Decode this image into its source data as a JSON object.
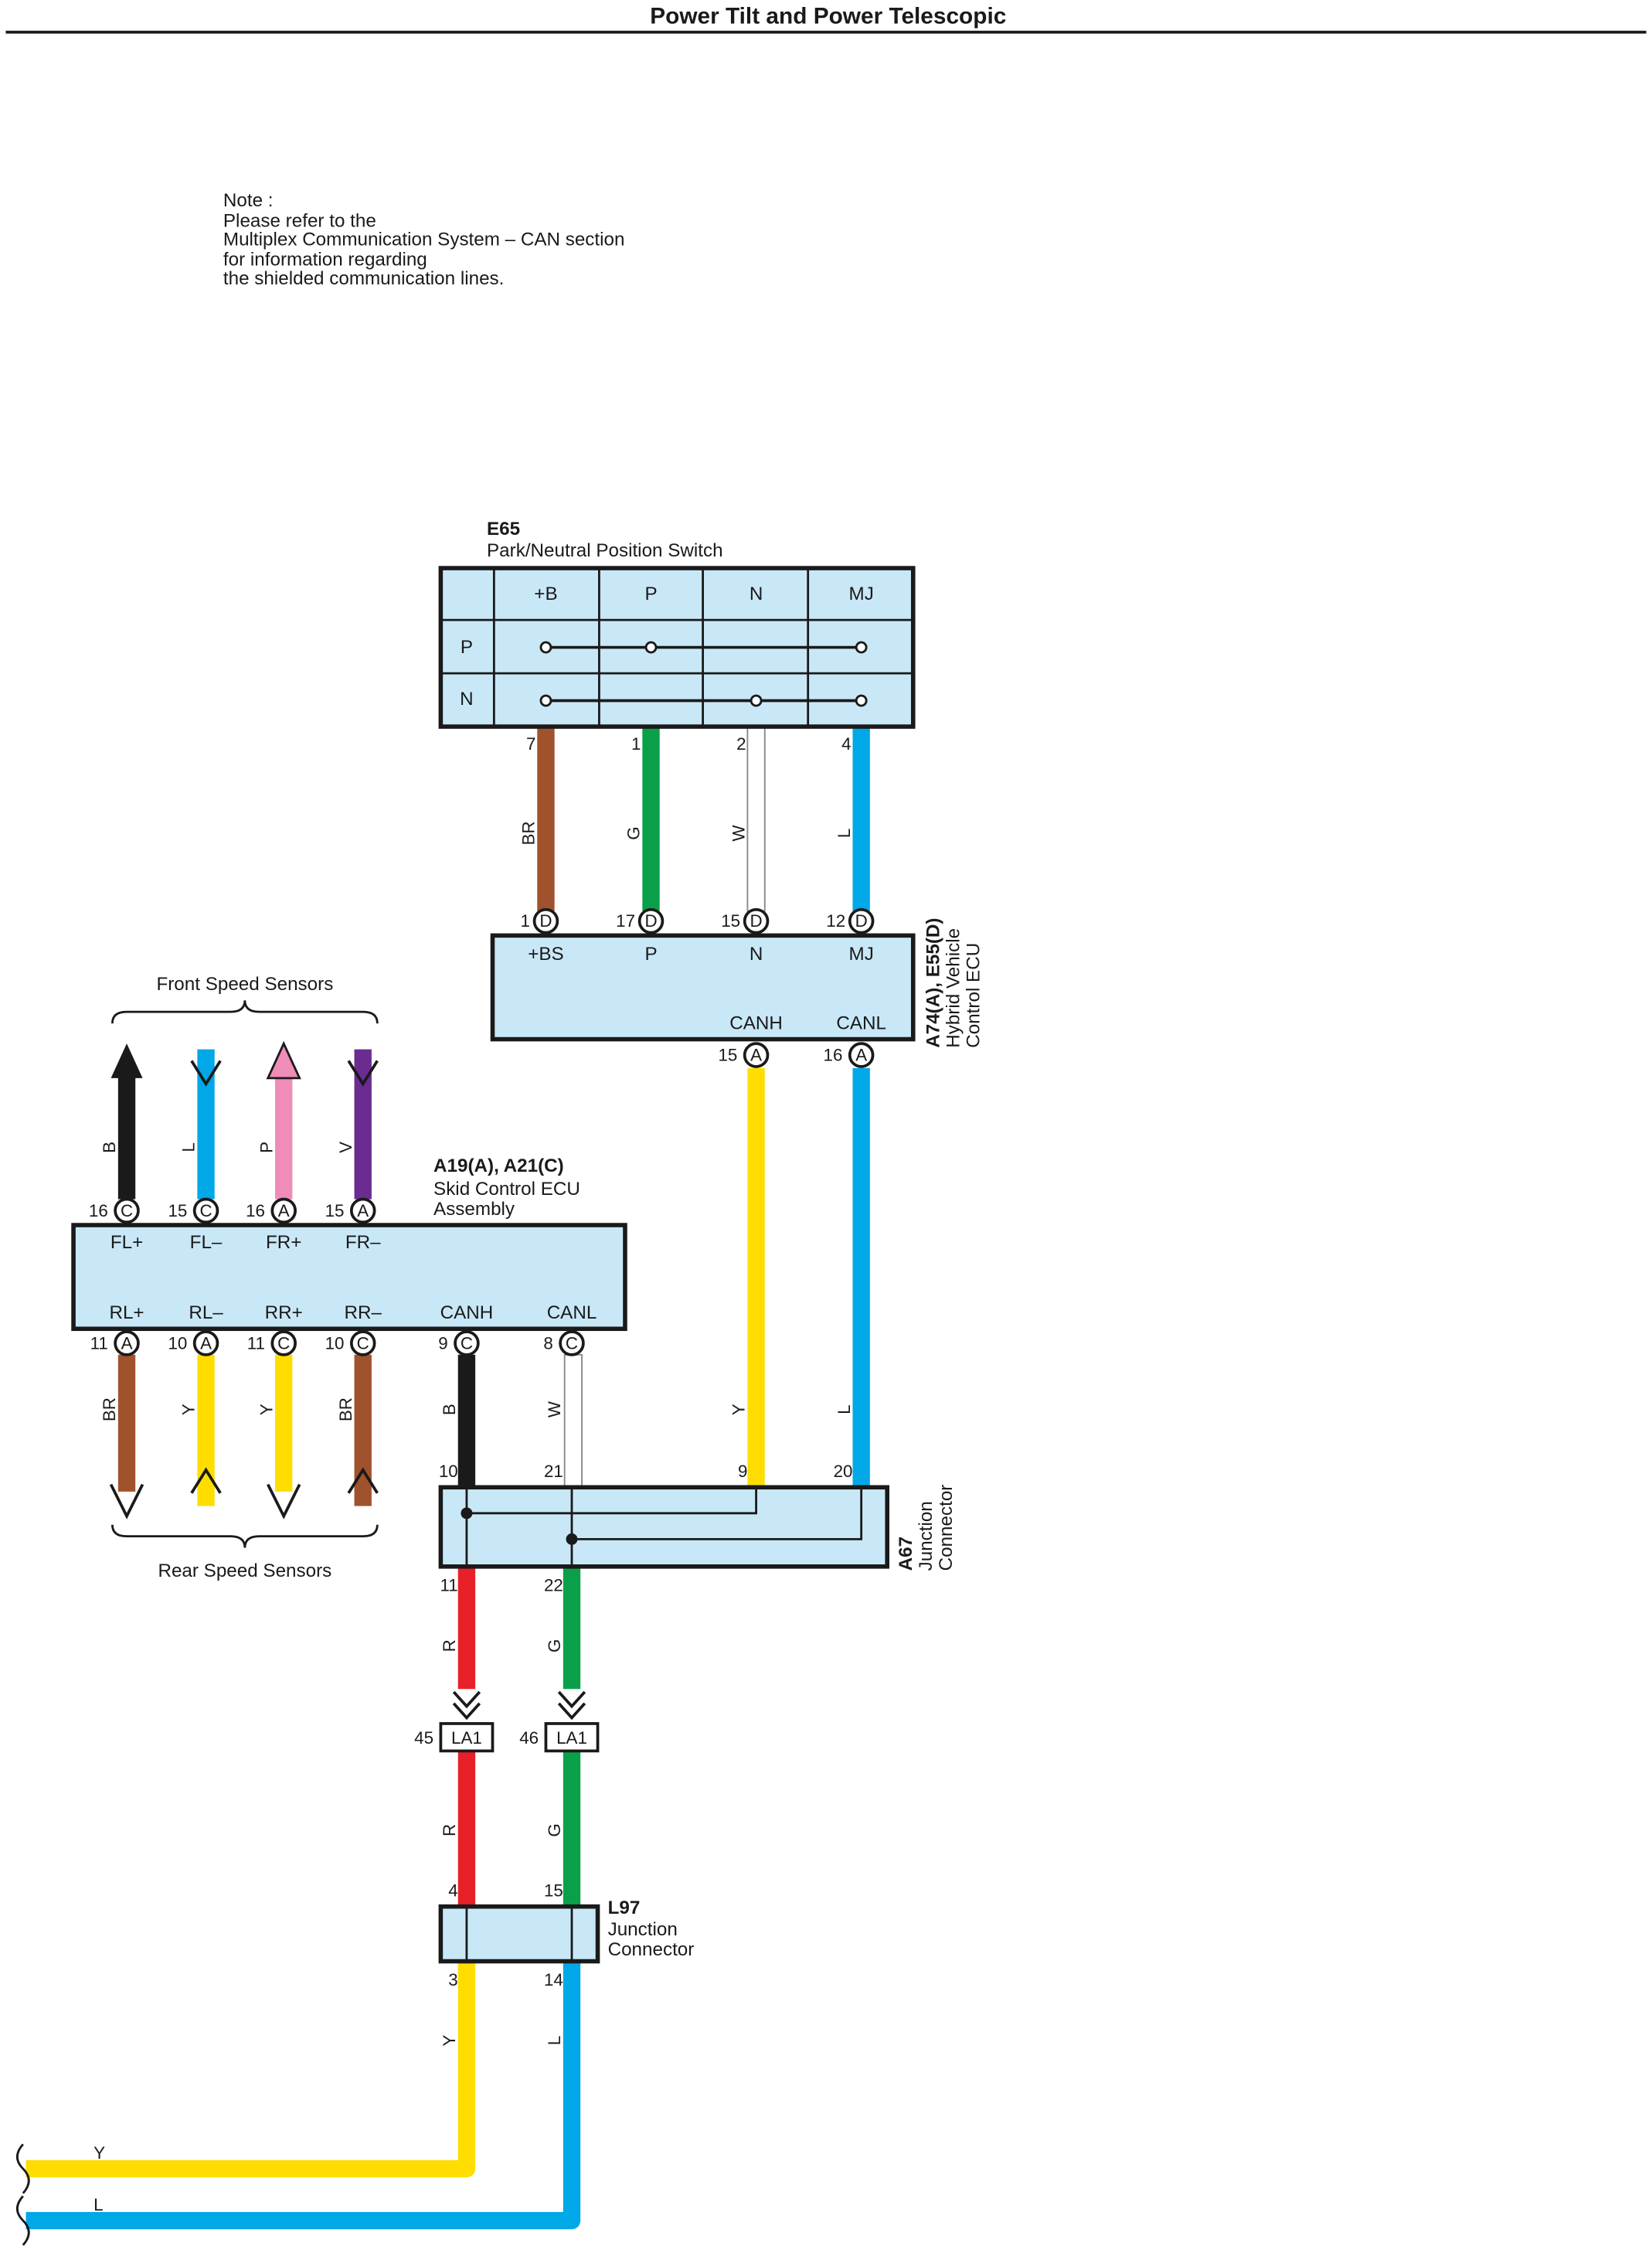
{
  "title": "Power Tilt and Power Telescopic",
  "note": [
    "Note :",
    "Please refer to the",
    "Multiplex Communication System – CAN section",
    "for information regarding",
    "the shielded communication lines."
  ],
  "e65": {
    "code": "E65",
    "name": "Park/Neutral Position Switch",
    "columns": [
      "+B",
      "P",
      "N",
      "MJ"
    ],
    "rows": [
      "P",
      "N"
    ],
    "pins": [
      "7",
      "1",
      "2",
      "4"
    ],
    "wires": [
      "BR",
      "G",
      "W",
      "L"
    ]
  },
  "hv_ecu": {
    "code": "A74(A), E55(D)",
    "name1": "Hybrid Vehicle",
    "name2": "Control ECU",
    "top_pins": [
      "1",
      "17",
      "15",
      "12"
    ],
    "top_letter": "D",
    "top_terms": [
      "+BS",
      "P",
      "N",
      "MJ"
    ],
    "bot_terms": [
      "CANH",
      "CANL"
    ],
    "bot_pins": [
      "15",
      "16"
    ],
    "bot_letter": "A",
    "bot_wires": [
      "Y",
      "L"
    ]
  },
  "front_sensors": {
    "label": "Front Speed Sensors",
    "wires": [
      "B",
      "L",
      "P",
      "V"
    ]
  },
  "skid_ecu": {
    "code": "A19(A), A21(C)",
    "name1": "Skid Control ECU",
    "name2": "Assembly",
    "top_pins": [
      "16",
      "15",
      "16",
      "15"
    ],
    "top_letters": [
      "C",
      "C",
      "A",
      "A"
    ],
    "top_terms": [
      "FL+",
      "FL–",
      "FR+",
      "FR–"
    ],
    "bot_terms": [
      "RL+",
      "RL–",
      "RR+",
      "RR–",
      "CANH",
      "CANL"
    ],
    "bot_pins": [
      "11",
      "10",
      "11",
      "10",
      "9",
      "8"
    ],
    "bot_letters": [
      "A",
      "A",
      "C",
      "C",
      "C",
      "C"
    ],
    "bot_wires": [
      "BR",
      "Y",
      "Y",
      "BR",
      "B",
      "W"
    ]
  },
  "rear_sensors": {
    "label": "Rear Speed Sensors"
  },
  "a67": {
    "code": "A67",
    "name1": "Junction",
    "name2": "Connector",
    "top_pins": [
      "10",
      "21",
      "9",
      "20"
    ],
    "bot_pins": [
      "11",
      "22"
    ],
    "bot_wires": [
      "R",
      "G"
    ]
  },
  "la1": {
    "label": "LA1",
    "pins": [
      "45",
      "46"
    ],
    "wires": [
      "R",
      "G"
    ]
  },
  "l97": {
    "code": "L97",
    "name1": "Junction",
    "name2": "Connector",
    "top_pins": [
      "4",
      "15"
    ],
    "bot_pins": [
      "3",
      "14"
    ],
    "bot_wires": [
      "Y",
      "L"
    ]
  },
  "bottom_wires": [
    "Y",
    "L"
  ],
  "colors": {
    "box_fill": "#c9e8f7",
    "BR": "#a0522d",
    "G": "#0aa04a",
    "W": "#ffffff",
    "L": "#00a8e8",
    "Y": "#ffdd00",
    "B": "#1a1a1a",
    "P": "#f08cb8",
    "V": "#6a2c91",
    "R": "#e8202a"
  }
}
